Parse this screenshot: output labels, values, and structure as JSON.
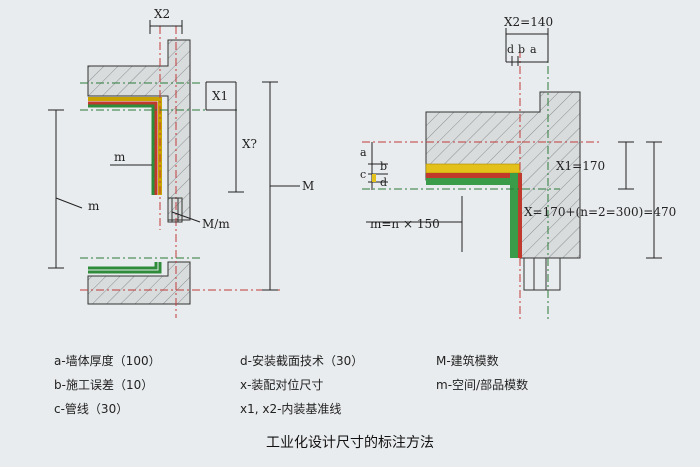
{
  "diagram": {
    "left": {
      "x2": "X2",
      "x1": "X1",
      "x_unknown": "X?",
      "M": "M",
      "m_inner": "m",
      "m_outer": "m",
      "M_over_m": "M/m"
    },
    "right": {
      "x2": "X2=140",
      "a": "a",
      "b": "b",
      "c": "c",
      "d": "d",
      "m_formula": "m=n × 150",
      "x1": "X1=170",
      "x_formula": "X=170+(n=2=300)=470"
    }
  },
  "legend": [
    "a-墙体厚度（100）",
    "b-施工误差（10）",
    "c-管线（30）",
    "d-安装截面技术（30）",
    "x-装配对位尺寸",
    "x1, x2-内装基准线",
    "M-建筑模数",
    "m-空间/部品模数"
  ],
  "caption": "工业化设计尺寸的标注方法",
  "colors": {
    "background": "#e9ecee",
    "finish_yellow": "#e3c01a",
    "finish_red": "#c0392b",
    "finish_green": "#3a9b48",
    "centerline_red": "#c23a3a",
    "centerline_green": "#2c7a3a"
  }
}
